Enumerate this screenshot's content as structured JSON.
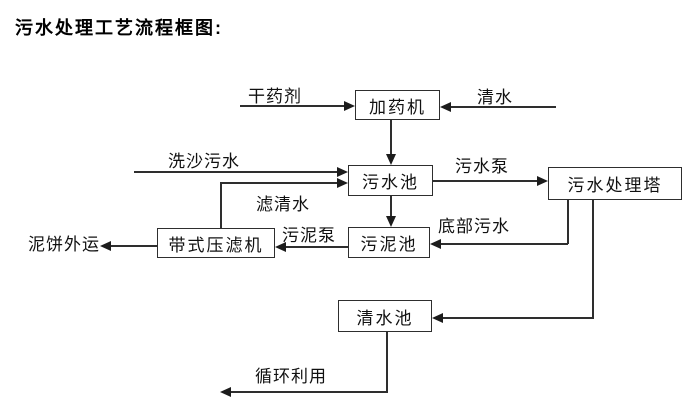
{
  "title": "污水处理工艺流程框图:",
  "diagram": {
    "type": "flowchart",
    "nodes": [
      {
        "id": "dosing-machine",
        "label": "加药机"
      },
      {
        "id": "sewage-pool",
        "label": "污水池"
      },
      {
        "id": "sewage-treatment-tower",
        "label": "污水处理塔"
      },
      {
        "id": "sludge-pool",
        "label": "污泥池"
      },
      {
        "id": "belt-filter-press",
        "label": "带式压滤机"
      },
      {
        "id": "clean-water-pool",
        "label": "清水池"
      }
    ],
    "edges": [
      {
        "label": "干药剂",
        "from": "external",
        "to": "加药机"
      },
      {
        "label": "清水",
        "from": "external",
        "to": "加药机"
      },
      {
        "label": "",
        "from": "加药机",
        "to": "污水池"
      },
      {
        "label": "洗沙污水",
        "from": "external",
        "to": "污水池"
      },
      {
        "label": "滤清水",
        "from": "带式压滤机",
        "to": "污水池"
      },
      {
        "label": "污水泵",
        "from": "污水池",
        "to": "污水处理塔"
      },
      {
        "label": "",
        "from": "污水池",
        "to": "污泥池"
      },
      {
        "label": "底部污水",
        "from": "污水处理塔",
        "to": "污泥池"
      },
      {
        "label": "",
        "from": "污水处理塔",
        "to": "清水池"
      },
      {
        "label": "污泥泵",
        "from": "污泥池",
        "to": "带式压滤机"
      },
      {
        "label": "泥饼外运",
        "from": "带式压滤机",
        "to": "external"
      },
      {
        "label": "循环利用",
        "from": "清水池",
        "to": "external"
      }
    ]
  },
  "colors": {
    "line": "#2e2e2e",
    "text": "#000000",
    "background": "#ffffff"
  }
}
